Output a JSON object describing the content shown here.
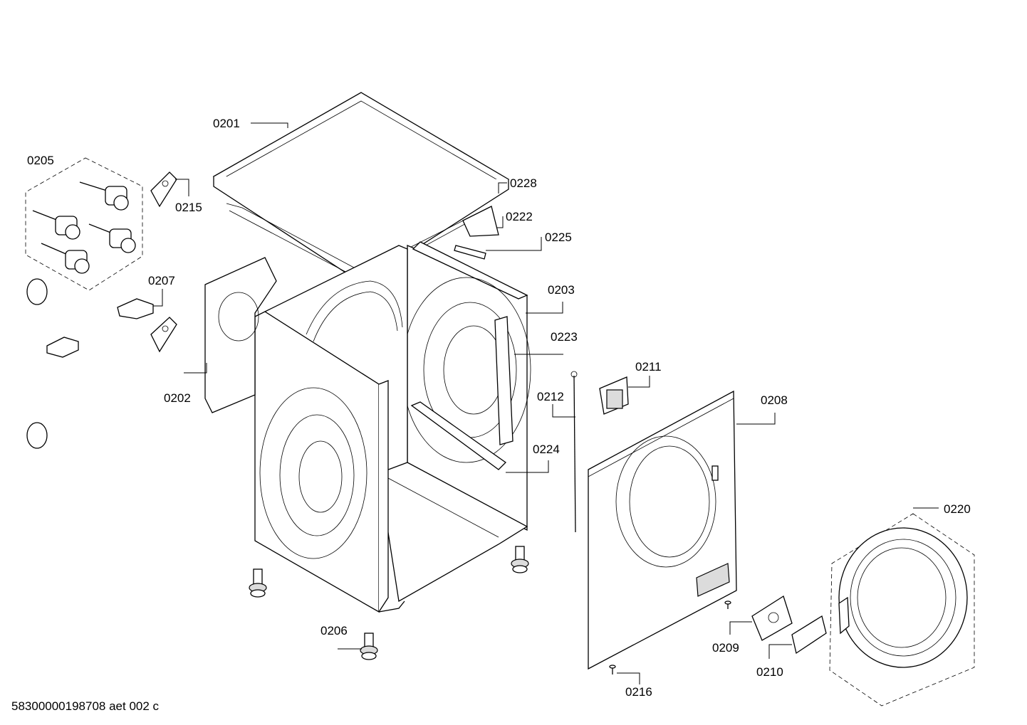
{
  "diagram": {
    "labels": {
      "p0201": "0201",
      "p0202": "0202",
      "p0203": "0203",
      "p0205": "0205",
      "p0206": "0206",
      "p0207": "0207",
      "p0208": "0208",
      "p0209": "0209",
      "p0210": "0210",
      "p0211": "0211",
      "p0212": "0212",
      "p0215": "0215",
      "p0216": "0216",
      "p0220": "0220",
      "p0222": "0222",
      "p0223": "0223",
      "p0224": "0224",
      "p0225": "0225",
      "p0228": "0228"
    },
    "document_code": "58300000198708 aet 002 c"
  }
}
